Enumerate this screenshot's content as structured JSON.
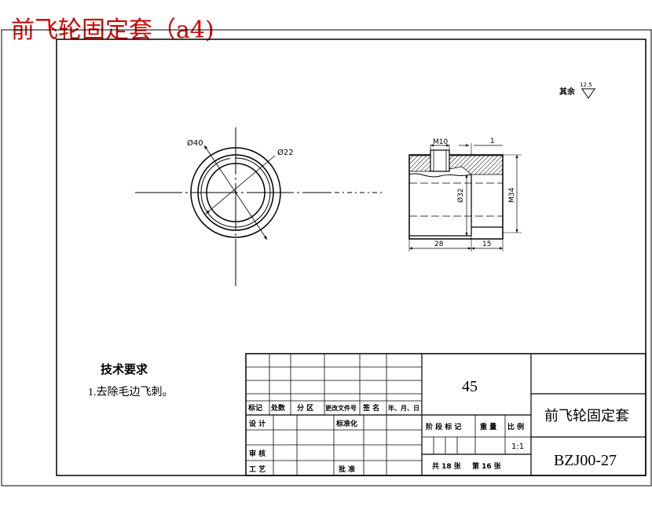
{
  "page_title": "前飞轮固定套（a4)",
  "roughness": {
    "label": "其余",
    "value": "12.5"
  },
  "dimensions": {
    "d40": "Ø40",
    "d22": "Ø22",
    "m10": "M10",
    "one": "1",
    "d32": "Ø32",
    "m34": "M34",
    "len28": "28",
    "len15": "15"
  },
  "tech_requirements": {
    "heading": "技术要求",
    "item1": "1.去除毛边飞刺。"
  },
  "title_block": {
    "material": "45",
    "part_name": "前飞轮固定套",
    "drawing_no": "BZJ00-27",
    "scale": "1:1",
    "rev_headers": [
      "标记",
      "处数",
      "分 区",
      "更改文件号",
      "签 名",
      "年、月、日"
    ],
    "row_design": "设 计",
    "row_standard": "标准化",
    "row_review": "审 核",
    "row_process": "工 艺",
    "row_approve": "批 准",
    "stage_mark": "阶 段 标 记",
    "weight": "重 量",
    "scale_label": "比 例",
    "total_sheets": "共 18 张",
    "sheet_no": "第 16 张"
  }
}
